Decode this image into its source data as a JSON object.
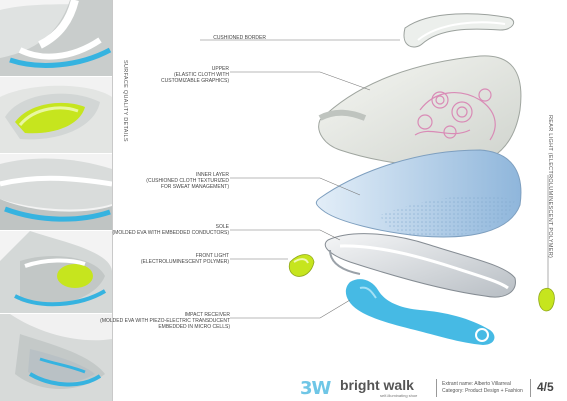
{
  "side_label": "SURFACE QUALITY DETAILS",
  "rear_label": "REAR LIGHT (ELECTROLUMINESCENT POLYMER)",
  "callouts": {
    "cushioned_border": "CUSHIONED BORDER",
    "upper_title": "UPPER",
    "upper_detail": "(ELASTIC CLOTH WITH\nCUSTOMIZABLE GRAPHICS)",
    "inner_title": "INNER LAYER",
    "inner_detail": "(CUSHIONED CLOTH TEXTURIZED\nFOR SWEAT MANAGEMENT)",
    "sole_title": "SOLE",
    "sole_detail": "(MOLDED EVA WITH EMBEDDED CONDUCTORS)",
    "front_title": "FRONT LIGHT",
    "front_detail": "(ELECTROLUMINESCENT POLYMER)",
    "impact_title": "IMPACT RECEIVER",
    "impact_detail": "(MOLDED EVA WITH PIEZO-ELECTRIC TRANSDUCENT\nEMBEDDED IN MICRO CELLS)"
  },
  "footer": {
    "logo": "3W",
    "brand": "bright walk",
    "tagline": "self-illuminating shoe",
    "extrant_label": "Extrant name:",
    "extrant_name": "Alberto Villarreal",
    "category_label": "Category:",
    "category_value": "Product Design + Fashion",
    "page": "4/5"
  },
  "colors": {
    "accent_blue": "#36b3e0",
    "accent_lime": "#c6e51e",
    "shoe_white": "#ebeeea",
    "inner_blue": "#b9d3ea",
    "pattern_pink": "#d98bb6"
  }
}
